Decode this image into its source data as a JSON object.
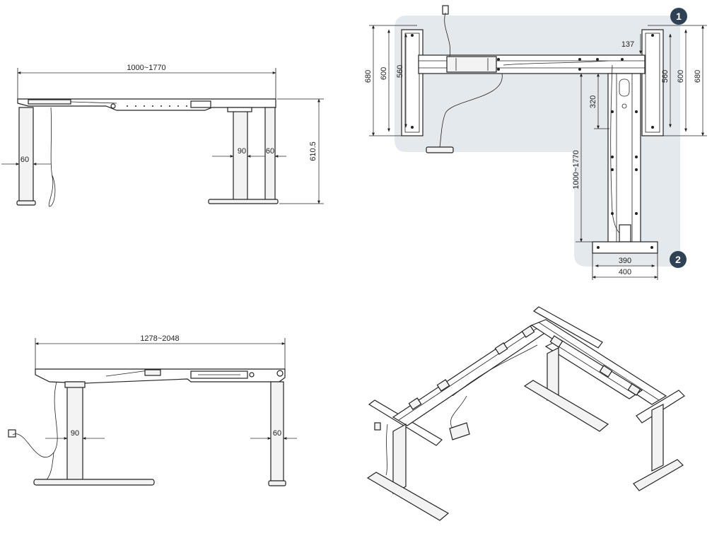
{
  "front_view": {
    "width_dim": "1000~1770",
    "height_dim": "610.5",
    "leg_left_dim": "60",
    "column_dim": "90",
    "leg_right_dim": "60"
  },
  "top_view": {
    "left_outer": "680",
    "left_mid": "600",
    "left_inner": "560",
    "right_inner": "560",
    "right_mid": "600",
    "right_outer": "680",
    "offset_top": "137",
    "offset_beam": "320",
    "length_dim": "1000~1770",
    "foot_inner": "390",
    "foot_outer": "400",
    "badge_1": "1",
    "badge_2": "2",
    "shade_color": "#e4e9ee",
    "badge_color": "#2f4255"
  },
  "side_view": {
    "width_dim": "1278~2048",
    "column_dim": "90",
    "leg_dim": "60"
  }
}
